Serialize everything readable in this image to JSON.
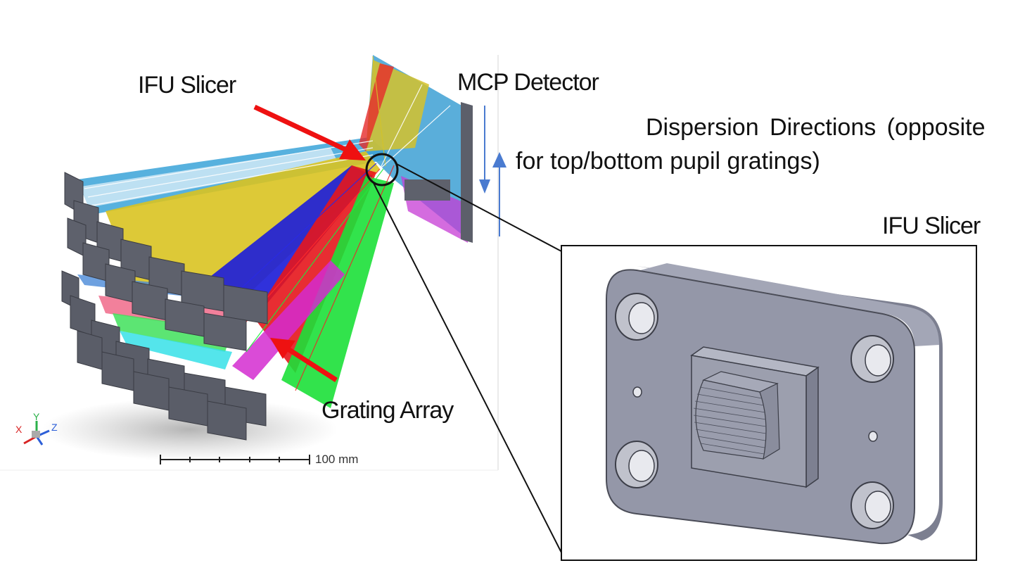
{
  "labels": {
    "ifu_slicer_left": "IFU Slicer",
    "mcp_detector": "MCP Detector",
    "dispersion_line1": "Dispersion Directions (opposite",
    "dispersion_line2": "for top/bottom pupil gratings)",
    "ifu_slicer_inset": "IFU Slicer",
    "grating_array": "Grating Array",
    "scale_bar": "100 mm"
  },
  "axis_triad": {
    "x": "X",
    "y": "Y",
    "z": "Z"
  },
  "colors": {
    "pointer_arrow": "#ee1111",
    "dispersion_arrow": "#4a7bd0",
    "component_gray": "#5c5f6a",
    "slicer_gray": "#9497a8",
    "ray_yellow": "#d7c21f",
    "ray_blue": "#1c1cdc",
    "ray_red": "#e8141c",
    "ray_green": "#19e033",
    "ray_cyan": "#35a4d9",
    "ray_magenta": "#d52bd2"
  }
}
